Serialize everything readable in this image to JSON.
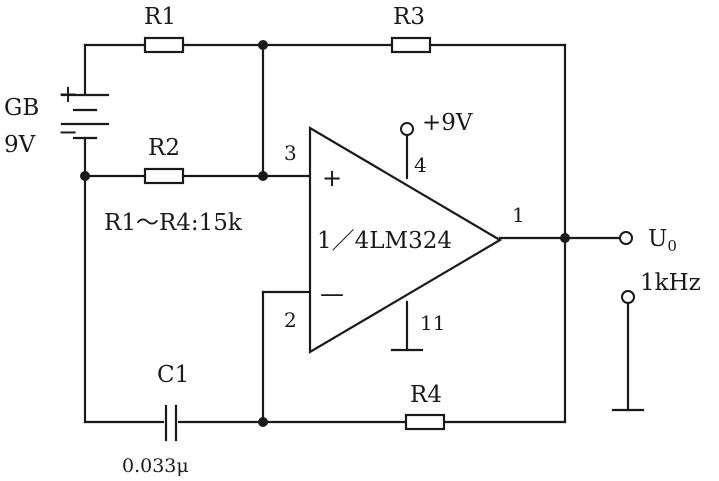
{
  "resistors": {
    "r1": "R1",
    "r2": "R2",
    "r3": "R3",
    "r4": "R4",
    "note": "R1～R4:15k"
  },
  "capacitor": {
    "name": "C1",
    "value": "0.033μ"
  },
  "battery": {
    "name": "GB",
    "voltage": "9V",
    "plus": "+",
    "minus": "−"
  },
  "opamp": {
    "label": "1／4LM324",
    "plus_sign": "+",
    "minus_sign": "—",
    "pin_in_plus": "3",
    "pin_in_minus": "2",
    "pin_out": "1",
    "pin_vcc": "4",
    "pin_gnd": "11",
    "supply": "+9V"
  },
  "output": {
    "name": "U",
    "subscript": "0",
    "frequency": "1kHz"
  }
}
